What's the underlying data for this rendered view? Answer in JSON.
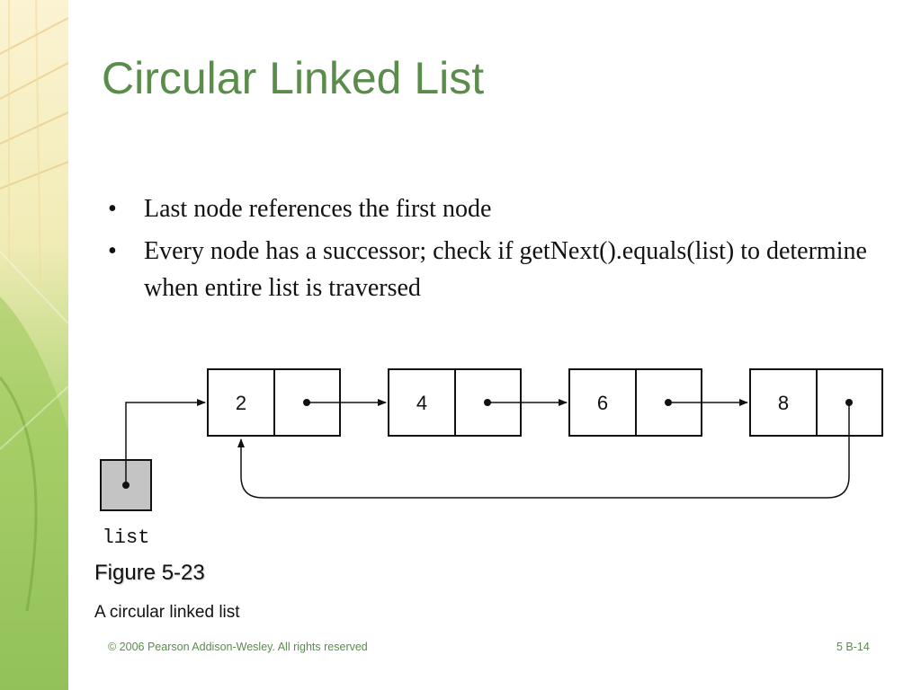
{
  "slide": {
    "title": "Circular Linked List",
    "bullets": [
      "Last node references the first node",
      "Every node has a successor; check if getNext().equals(list) to determine when entire list is traversed"
    ],
    "figure_number": "Figure 5-23",
    "figure_caption": "A circular linked list",
    "footer_left": "© 2006 Pearson Addison-Wesley. All rights reserved",
    "footer_right": "5 B-14"
  },
  "diagram": {
    "nodes": [
      "2",
      "4",
      "6",
      "8"
    ],
    "head_label": "list"
  },
  "colors": {
    "title_green": "#5a8c4a",
    "head_box_fill": "#c4c4c4",
    "decor_green": "#8fbf4a"
  }
}
